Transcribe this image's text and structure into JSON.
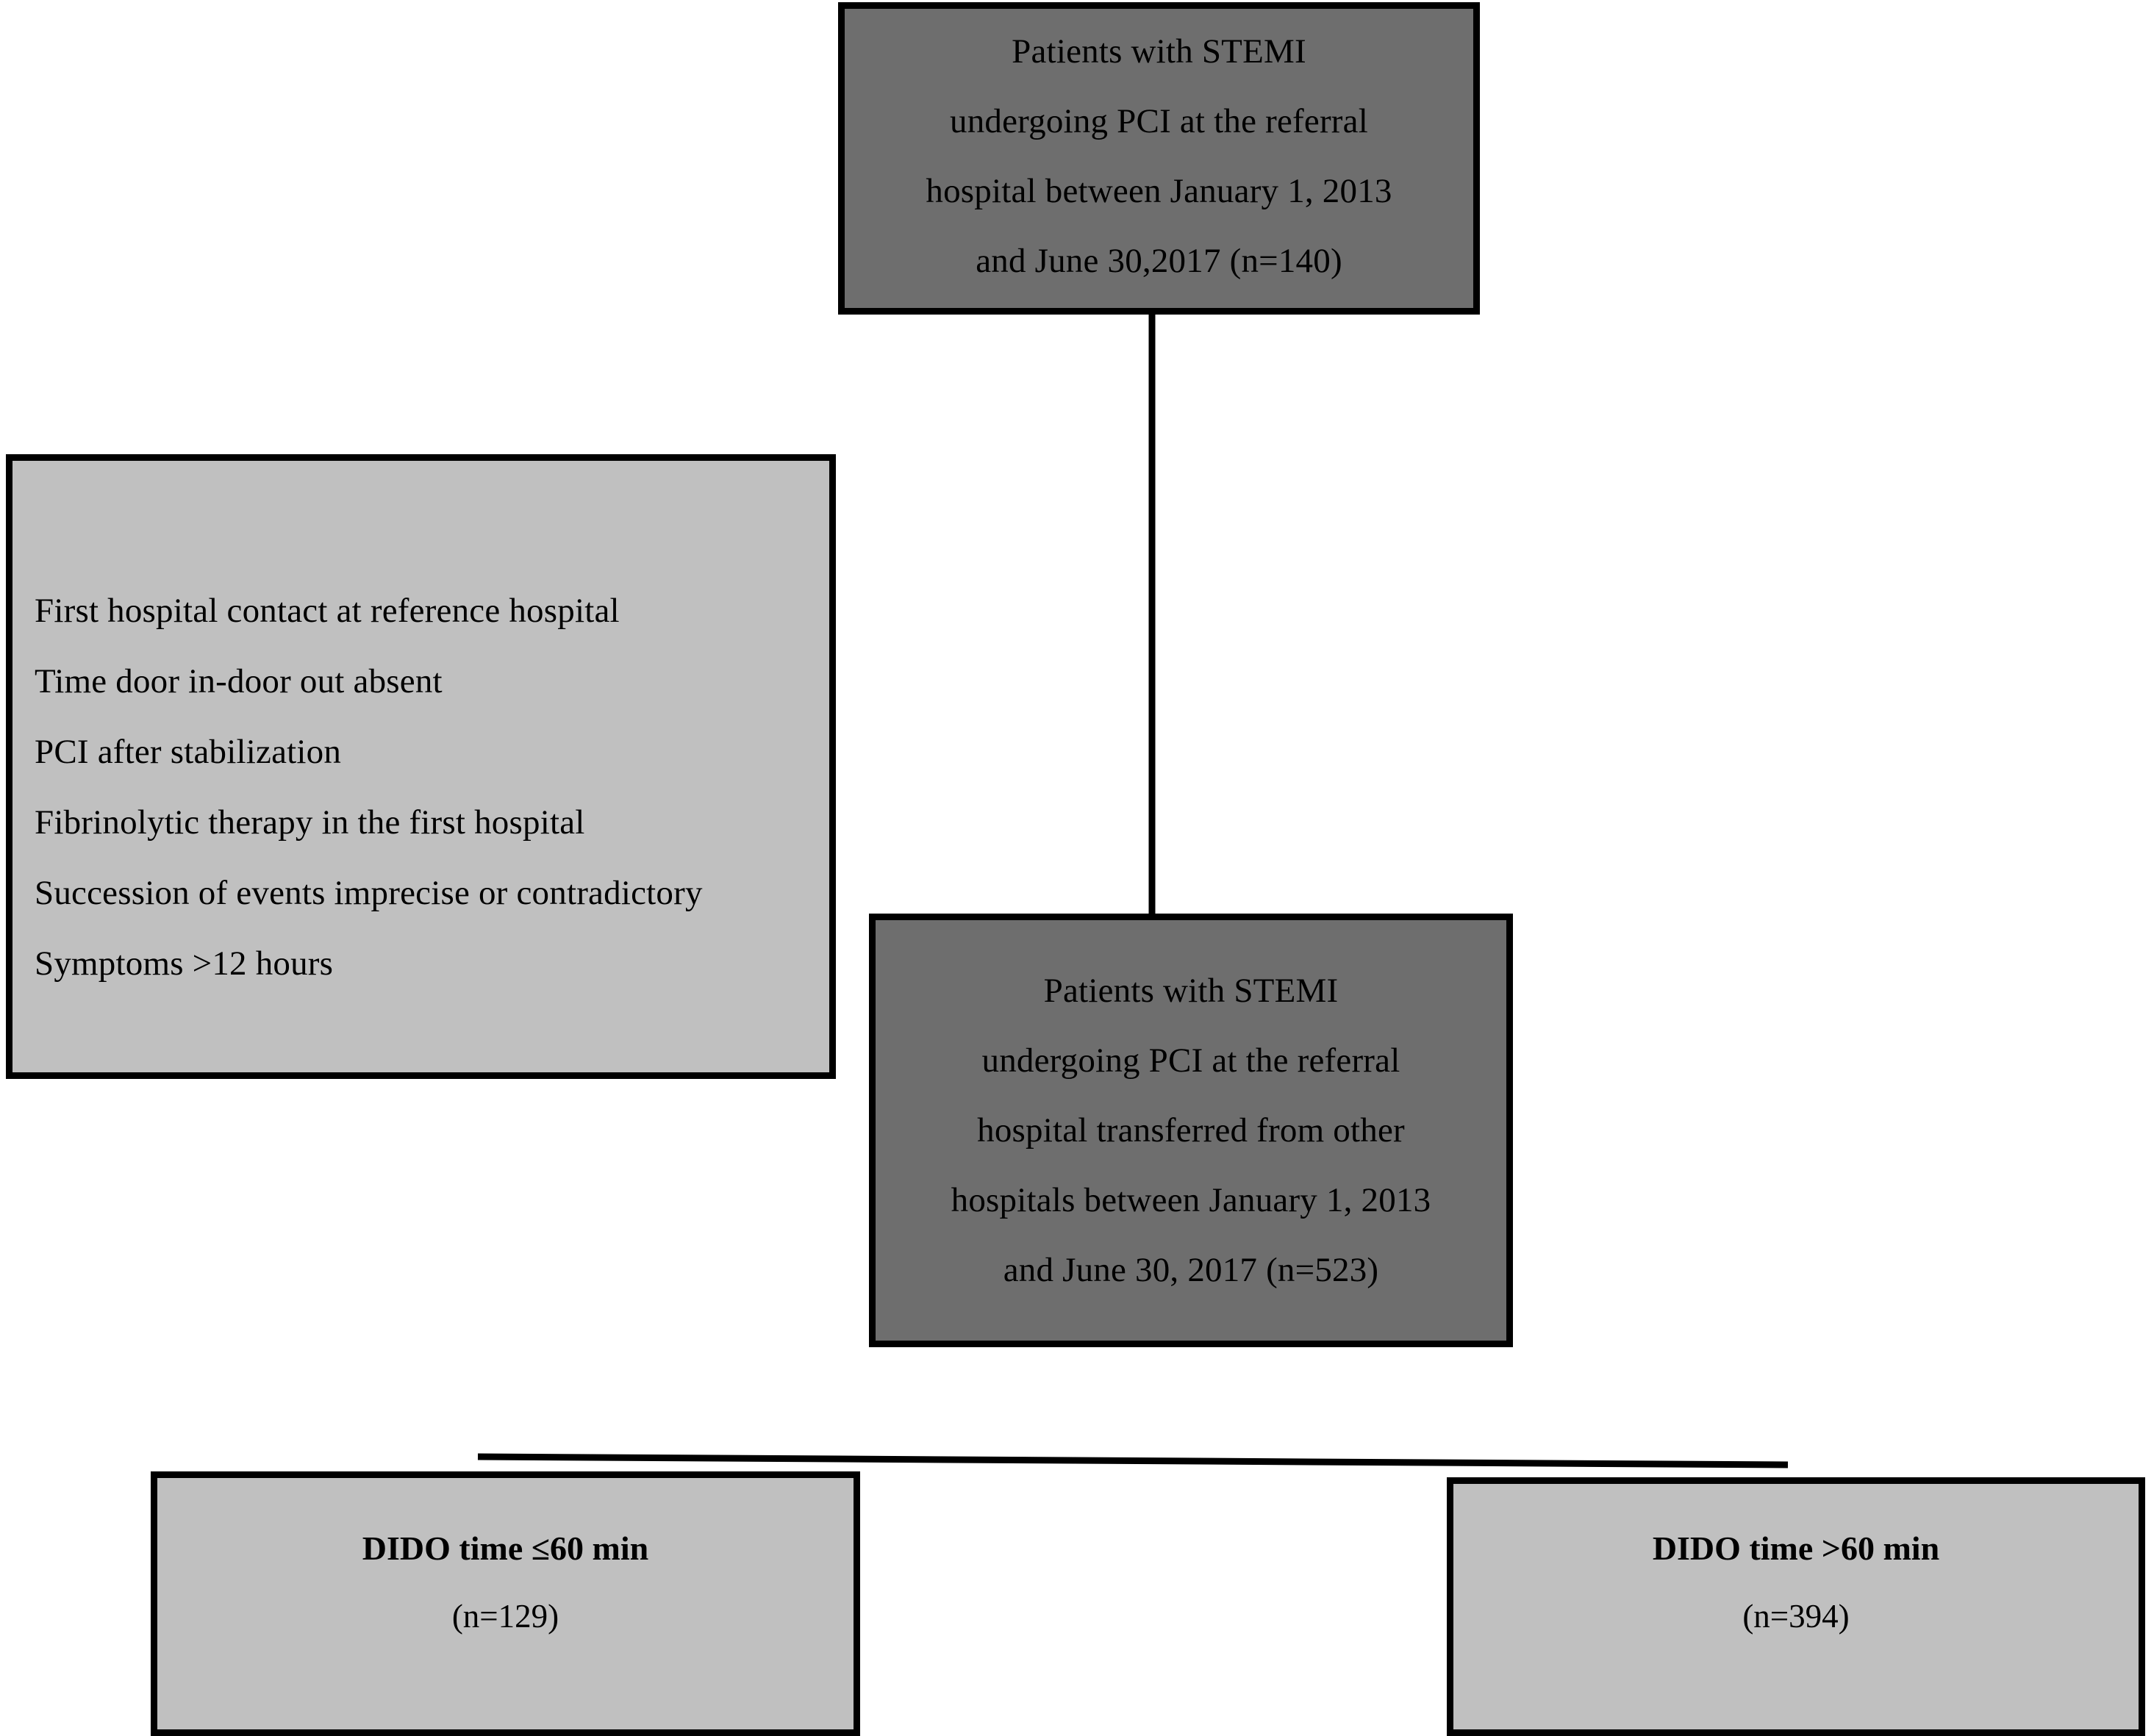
{
  "figure": {
    "type": "flowchart",
    "description": "Patient selection flow diagram for STEMI patients undergoing PCI",
    "colors": {
      "dark_box_fill": "#6e6e6e",
      "light_box_fill": "#c0c0c0",
      "border": "#000000",
      "text": "#000000",
      "background": "#ffffff"
    }
  },
  "nodes": {
    "top": {
      "id": "enrolled-at-referral-hospital",
      "fill": "#6e6e6e",
      "lines": [
        "Patients with STEMI",
        "undergoing PCI at the referral",
        "hospital between January 1, 2013",
        "and June 30,2017 (n=140)"
      ],
      "n": 140
    },
    "criteria": {
      "id": "exclusion-criteria",
      "fill": "#c0c0c0",
      "lines": [
        "First hospital contact at reference hospital",
        "Time door in-door out absent",
        "PCI after stabilization",
        "Fibrinolytic therapy in the first hospital",
        "Succession of events imprecise or contradictory",
        "Symptoms >12 hours"
      ]
    },
    "transferred": {
      "id": "transferred-from-other-hospitals",
      "fill": "#6e6e6e",
      "lines": [
        "Patients with STEMI",
        "undergoing PCI at the referral",
        "hospital transferred from other",
        "hospitals between January 1, 2013",
        "and June 30, 2017 (n=523)"
      ],
      "n": 523
    },
    "dido_le": {
      "id": "dido-time-le-60",
      "fill": "#c0c0c0",
      "title": "DIDO time ≤60 min",
      "count": "(n=129)",
      "n": 129
    },
    "dido_gt": {
      "id": "dido-time-gt-60",
      "fill": "#c0c0c0",
      "title": "DIDO time >60 min",
      "count": "(n=394)",
      "n": 394
    }
  },
  "connectors": [
    {
      "name": "top-to-transferred",
      "kind": "vertical-line",
      "from": "top",
      "to": "transferred"
    },
    {
      "name": "transferred-to-dido-groups",
      "kind": "horizontal-line",
      "from": "transferred",
      "to": [
        "dido_le",
        "dido_gt"
      ]
    }
  ]
}
